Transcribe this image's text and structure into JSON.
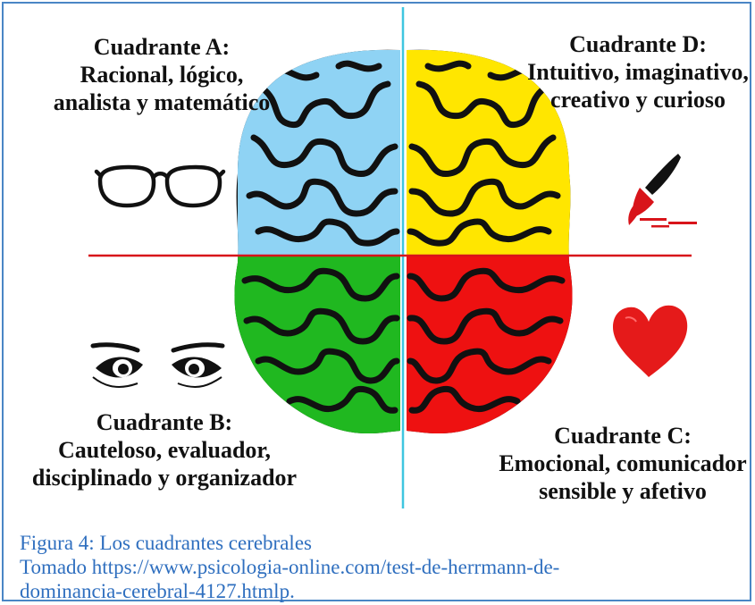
{
  "quadrants": {
    "a": {
      "title": "Cuadrante A:",
      "line1": "Racional, lógico,",
      "line2": "analista y matemático",
      "color": "#8fd3f4",
      "icon": "glasses-icon"
    },
    "d": {
      "title": "Cuadrante D:",
      "line1": "Intuitivo, imaginativo,",
      "line2": "creativo y curioso",
      "color": "#ffe600",
      "icon": "paintbrush-icon"
    },
    "b": {
      "title": "Cuadrante B:",
      "line1": "Cauteloso, evaluador,",
      "line2": "disciplinado y organizador",
      "color": "#20b820",
      "icon": "eyes-icon"
    },
    "c": {
      "title": "Cuadrante C:",
      "line1": "Emocional, comunicador",
      "line2": "sensible y afetivo",
      "color": "#ee1111",
      "icon": "heart-icon"
    }
  },
  "divider_colors": {
    "vertical": "#3fc6e0",
    "horizontal": "#d8141a"
  },
  "caption": {
    "figure": "Figura 4: Los cuadrantes cerebrales",
    "source_line1": "Tomado https://www.psicologia-online.com/test-de-herrmann-de-",
    "source_line2": "dominancia-cerebral-4127.htmlp.",
    "color": "#2f6fbf"
  },
  "border_color": "#4a86c5"
}
